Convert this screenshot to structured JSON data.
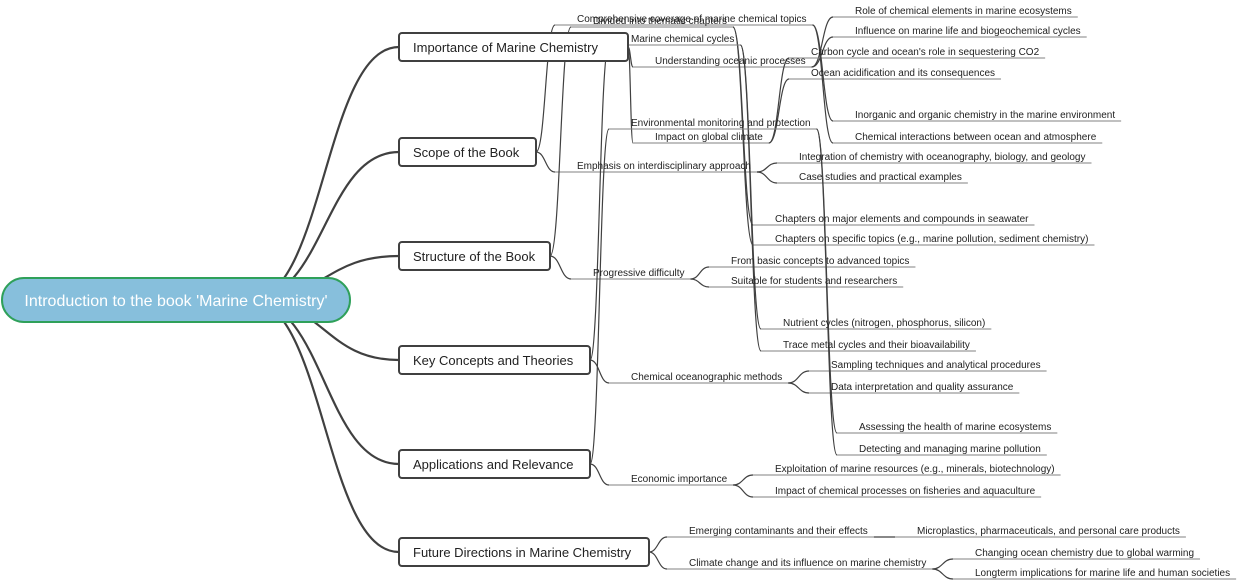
{
  "root": {
    "label": "Introduction to the book 'Marine Chemistry'"
  },
  "branches": [
    {
      "label": "Importance of Marine Chemistry",
      "children": [
        {
          "label": "Understanding oceanic processes",
          "children": [
            {
              "label": "Role of chemical elements in marine ecosystems"
            },
            {
              "label": "Influence on marine life and biogeochemical cycles"
            }
          ]
        },
        {
          "label": "Impact on global climate",
          "children": [
            {
              "label": "Carbon cycle and ocean's role in sequestering CO2"
            },
            {
              "label": "Ocean acidification and its consequences"
            }
          ]
        }
      ]
    },
    {
      "label": "Scope of the Book",
      "children": [
        {
          "label": "Comprehensive coverage of marine chemical topics",
          "children": [
            {
              "label": "Inorganic and organic chemistry in the marine environment"
            },
            {
              "label": "Chemical interactions between ocean and atmosphere"
            }
          ]
        },
        {
          "label": "Emphasis on interdisciplinary approach",
          "children": [
            {
              "label": "Integration of chemistry with oceanography, biology, and geology"
            },
            {
              "label": "Case studies and practical examples"
            }
          ]
        }
      ]
    },
    {
      "label": "Structure of the Book",
      "children": [
        {
          "label": "Divided into thematic chapters",
          "children": [
            {
              "label": "Chapters on major elements and compounds in seawater"
            },
            {
              "label": "Chapters on specific topics (e.g., marine pollution, sediment chemistry)"
            }
          ]
        },
        {
          "label": "Progressive difficulty",
          "children": [
            {
              "label": "From basic concepts to advanced topics"
            },
            {
              "label": "Suitable for students and researchers"
            }
          ]
        }
      ]
    },
    {
      "label": "Key Concepts and Theories",
      "children": [
        {
          "label": "Marine chemical cycles",
          "children": [
            {
              "label": "Nutrient cycles (nitrogen, phosphorus, silicon)"
            },
            {
              "label": "Trace metal cycles and their bioavailability"
            }
          ]
        },
        {
          "label": "Chemical oceanographic methods",
          "children": [
            {
              "label": "Sampling techniques and analytical procedures"
            },
            {
              "label": "Data interpretation and quality assurance"
            }
          ]
        }
      ]
    },
    {
      "label": "Applications and Relevance",
      "children": [
        {
          "label": "Environmental monitoring and protection",
          "children": [
            {
              "label": "Assessing the health of marine ecosystems"
            },
            {
              "label": "Detecting and managing marine pollution"
            }
          ]
        },
        {
          "label": "Economic importance",
          "children": [
            {
              "label": "Exploitation of marine resources (e.g., minerals, biotechnology)"
            },
            {
              "label": "Impact of chemical processes on fisheries and aquaculture"
            }
          ]
        }
      ]
    },
    {
      "label": "Future Directions in Marine Chemistry",
      "children": [
        {
          "label": "Emerging contaminants and their effects",
          "children": [
            {
              "label": "Microplastics, pharmaceuticals, and personal care products"
            }
          ]
        },
        {
          "label": "Climate change and its influence on marine chemistry",
          "children": [
            {
              "label": "Changing ocean chemistry due to global warming"
            },
            {
              "label": "Longterm implications for marine life and human societies"
            }
          ]
        }
      ]
    }
  ]
}
